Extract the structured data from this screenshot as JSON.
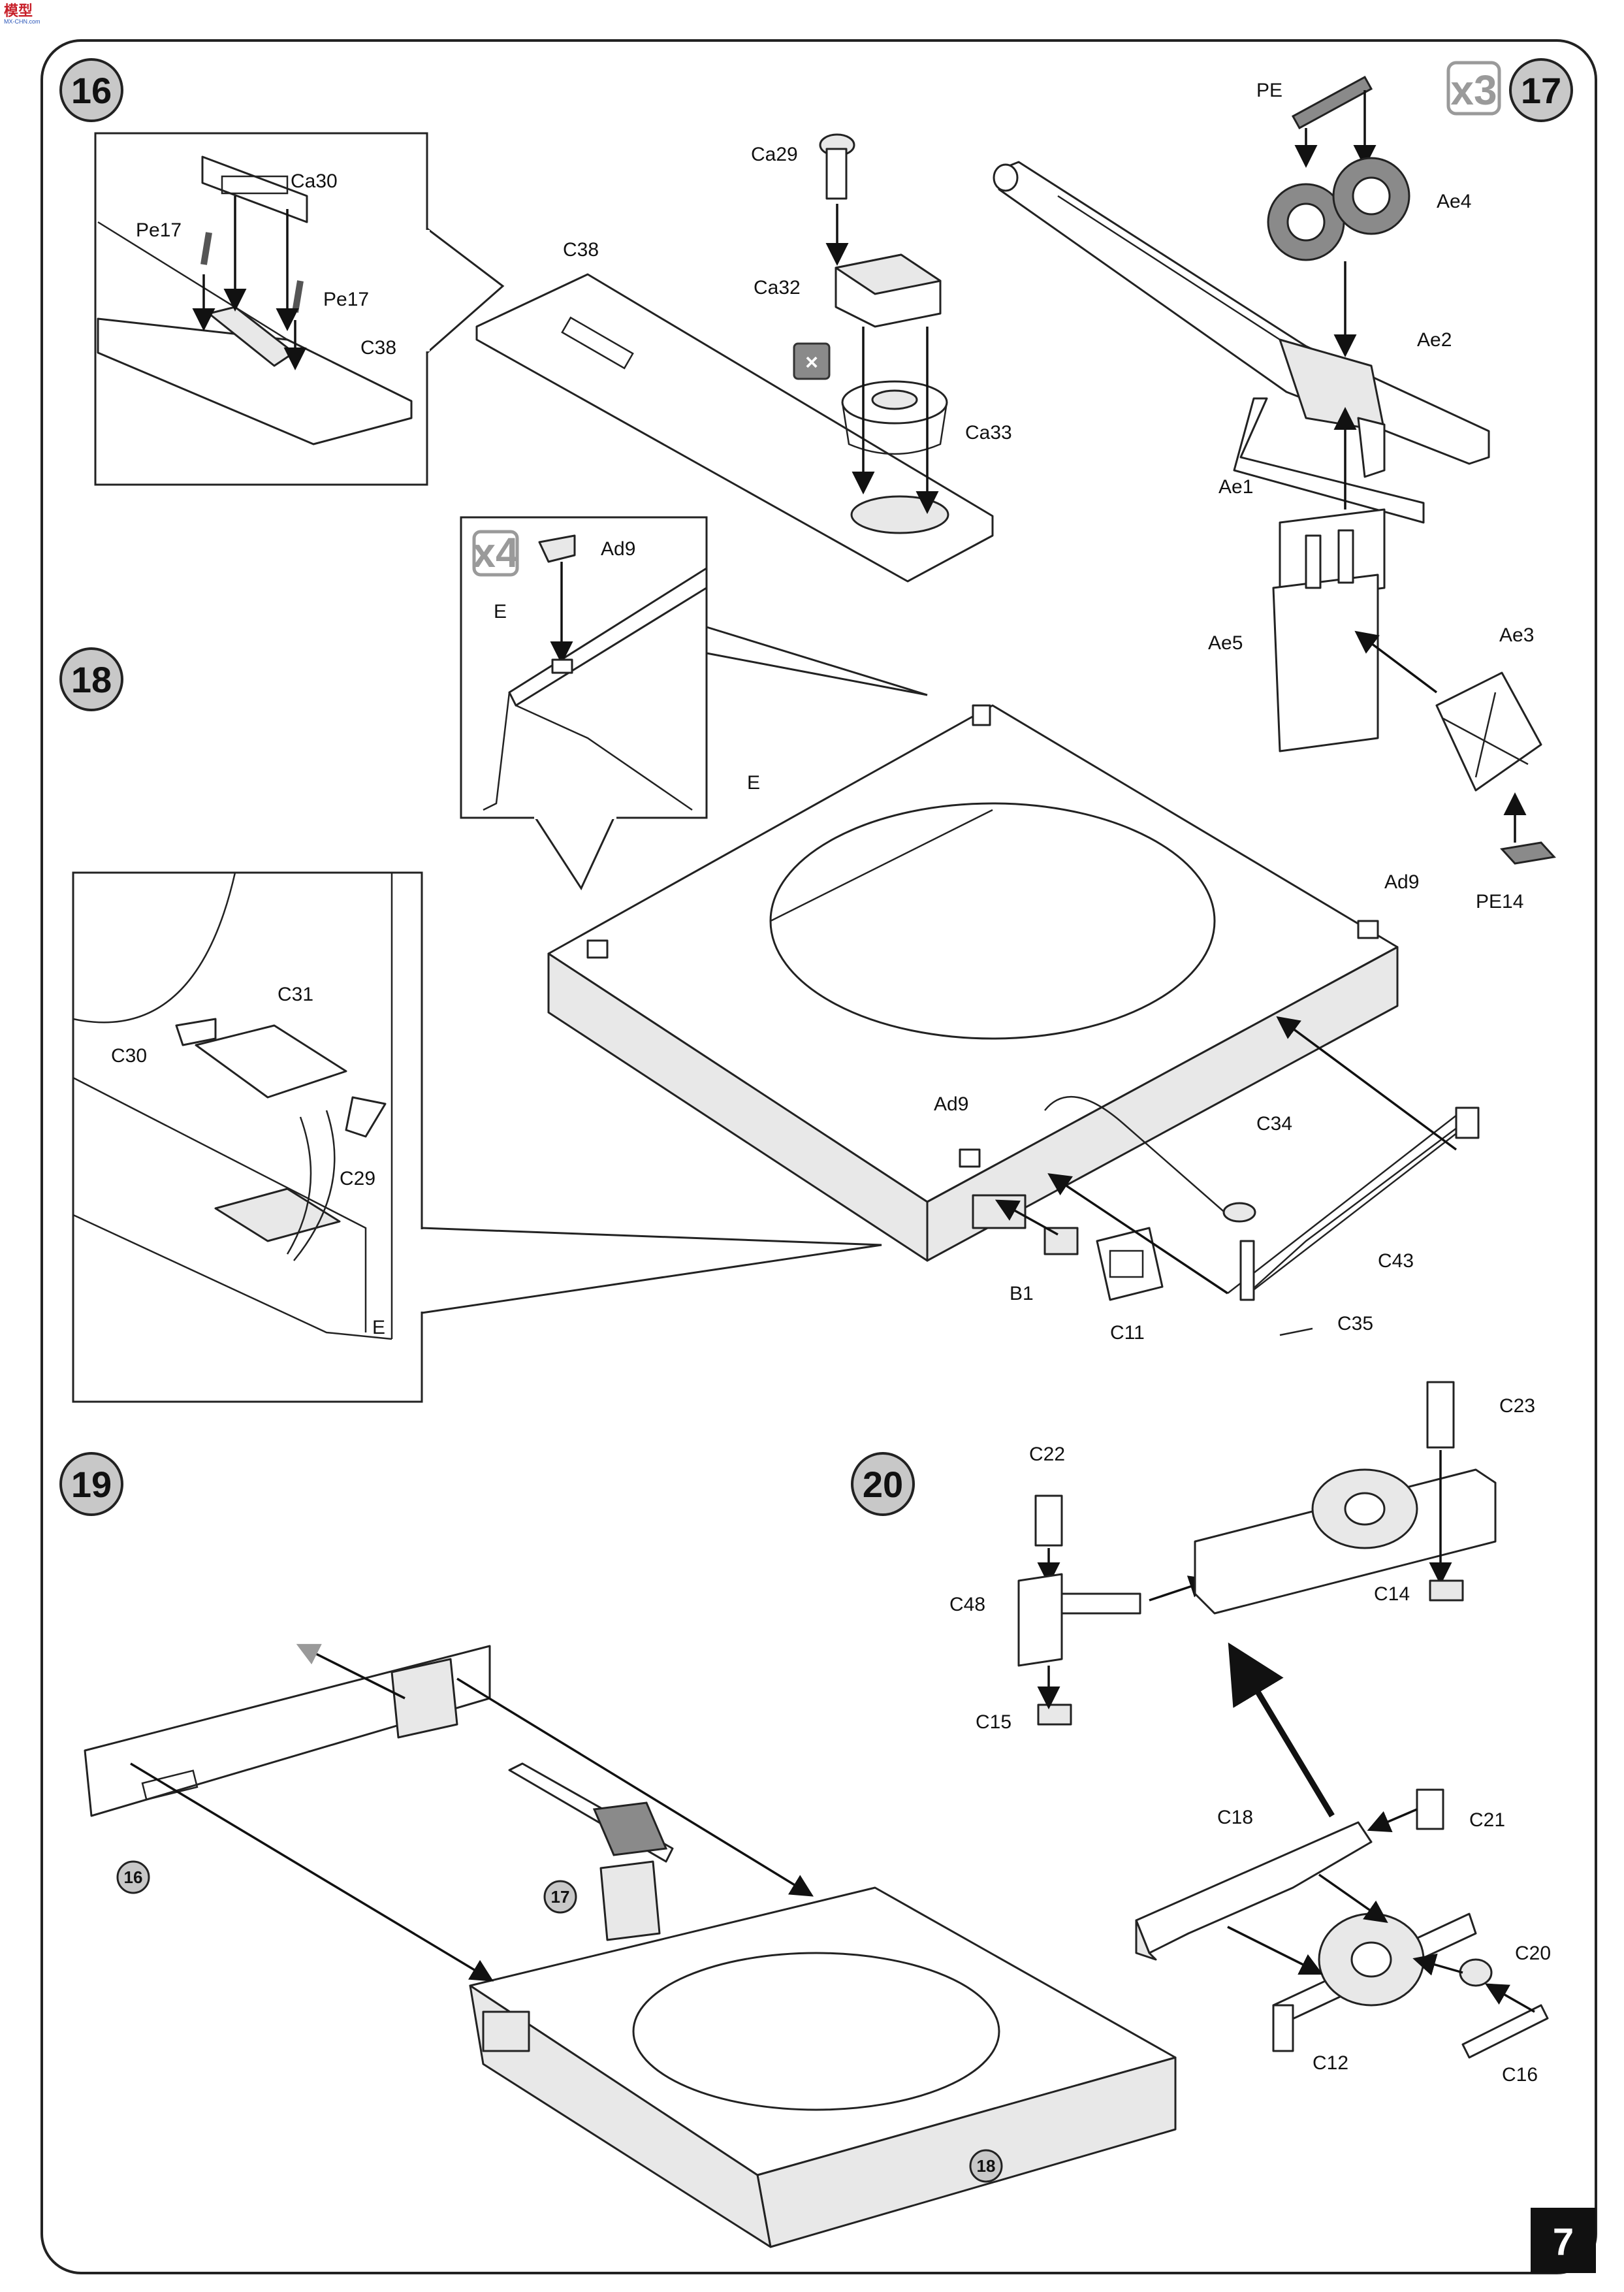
{
  "logo": {
    "text": "模型",
    "sub": "MX-CHN.com"
  },
  "page_number": "7",
  "steps": [
    {
      "id": "step-16",
      "number": "16"
    },
    {
      "id": "step-17",
      "number": "17",
      "multiplier": "x3"
    },
    {
      "id": "step-18",
      "number": "18"
    },
    {
      "id": "step-19",
      "number": "19"
    },
    {
      "id": "step-20",
      "number": "20"
    }
  ],
  "detail_multiplier_18": "x4",
  "labels": {
    "s16_ca30": "Ca30",
    "s16_pe17_left": "Pe17",
    "s16_pe17_right": "Pe17",
    "s16_c38_inset": "C38",
    "s16_c38": "C38",
    "s16_ca29": "Ca29",
    "s16_ca32": "Ca32",
    "s16_ca33": "Ca33",
    "s17_pe": "PE",
    "s17_ae4": "Ae4",
    "s17_ae2": "Ae2",
    "s17_ae1": "Ae1",
    "s17_ae5": "Ae5",
    "s17_ae3": "Ae3",
    "s17_pe14": "PE14",
    "s18_ad9_inset": "Ad9",
    "s18_e_inset": "E",
    "s18_e": "E",
    "s18_ad9_right": "Ad9",
    "s18_ad9_center": "Ad9",
    "s18_c34": "C34",
    "s18_c43": "C43",
    "s18_b1": "B1",
    "s18_c11": "C11",
    "s18_c35": "C35",
    "s18_c31": "C31",
    "s18_c30": "C30",
    "s18_c29": "C29",
    "s18_e_detail": "E",
    "s19_ref16": "16",
    "s19_ref17": "17",
    "s19_ref18": "18",
    "s20_c22": "C22",
    "s20_c23": "C23",
    "s20_c48": "C48",
    "s20_c14": "C14",
    "s20_c15": "C15",
    "s20_c18": "C18",
    "s20_c21": "C21",
    "s20_c20": "C20",
    "s20_c12": "C12",
    "s20_c16": "C16"
  }
}
